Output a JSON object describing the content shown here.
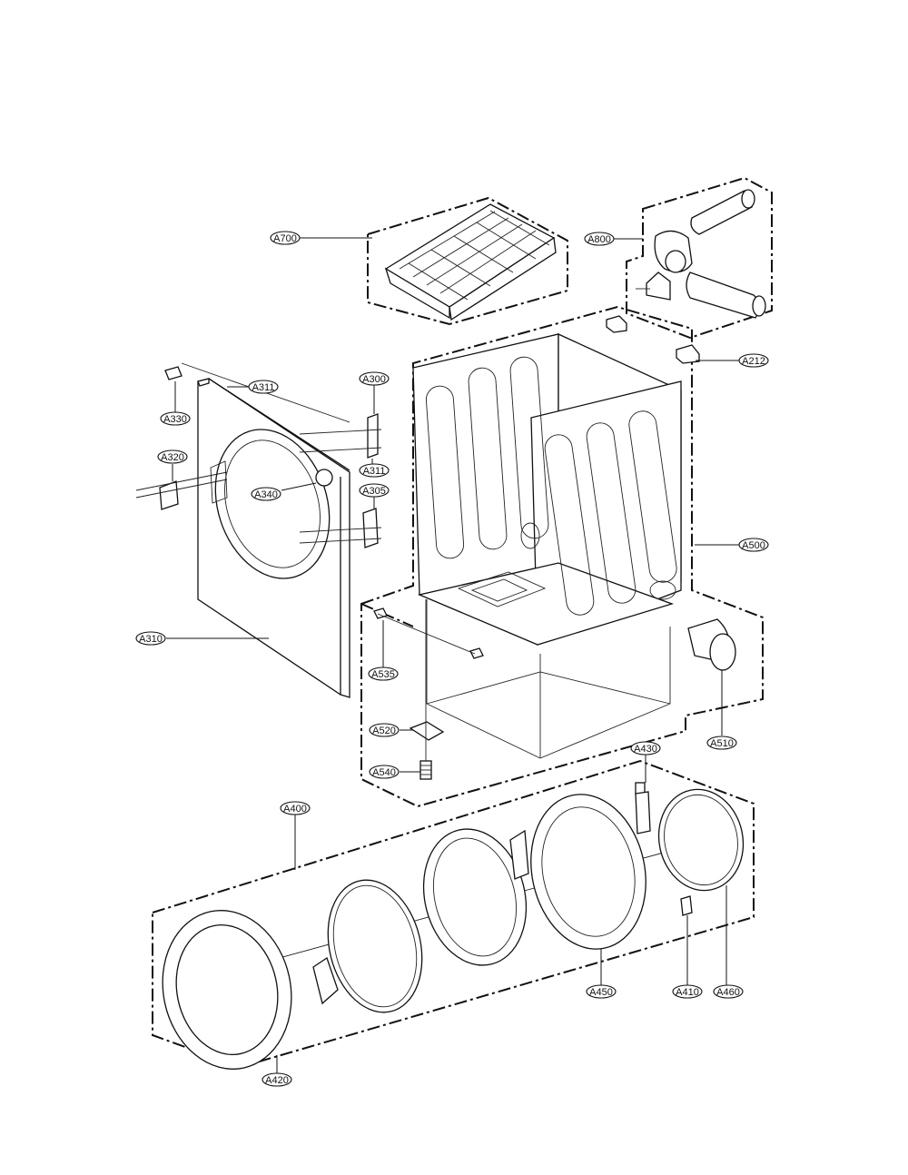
{
  "callouts": {
    "A700": "A700",
    "A800": "A800",
    "A212": "A212",
    "A300": "A300",
    "A311_top": "A311",
    "A311_side": "A311",
    "A330": "A330",
    "A320": "A320",
    "A340": "A340",
    "A305": "A305",
    "A500": "A500",
    "A310": "A310",
    "A535": "A535",
    "A520": "A520",
    "A540": "A540",
    "A510": "A510",
    "A430": "A430",
    "A400": "A400",
    "A450": "A450",
    "A410": "A410",
    "A460": "A460",
    "A420": "A420"
  }
}
